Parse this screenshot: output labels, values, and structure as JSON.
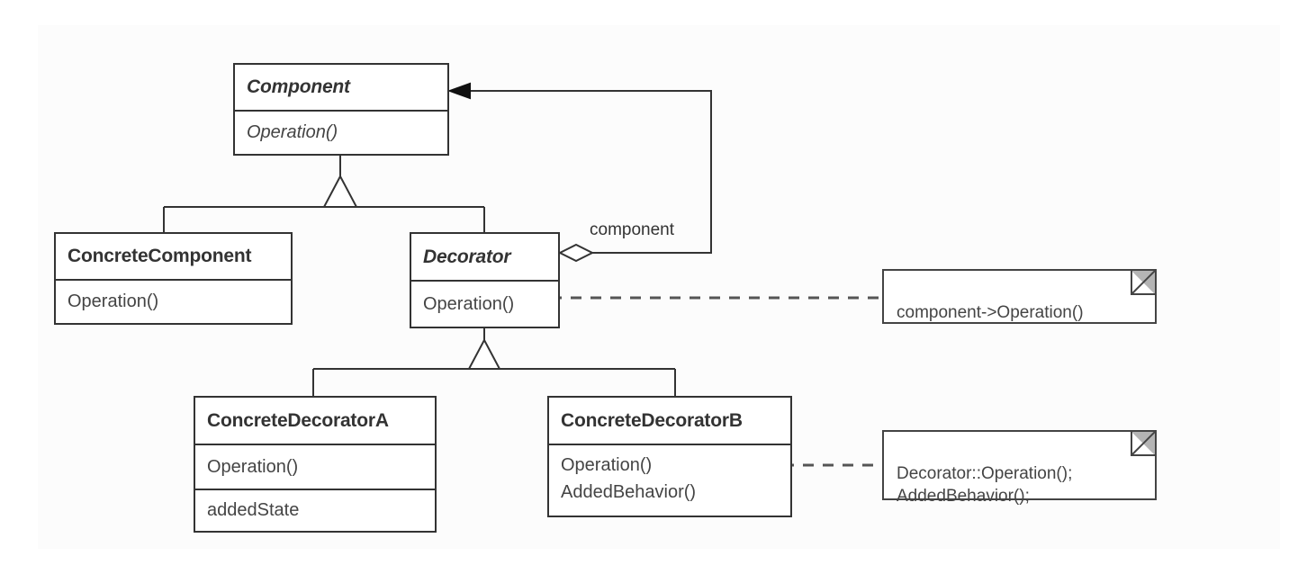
{
  "diagram": {
    "title": "Decorator pattern UML class diagram",
    "background_color": "#ffffff",
    "panel_color": "#fcfcfc",
    "line_color": "#333333",
    "text_color": "#333333",
    "note_fold_color": "#b4b4b4"
  },
  "classes": {
    "component": {
      "name": "Component",
      "abstract": true,
      "operations": [
        "Operation()"
      ]
    },
    "concrete_component": {
      "name": "ConcreteComponent",
      "abstract": false,
      "operations": [
        "Operation()"
      ]
    },
    "decorator": {
      "name": "Decorator",
      "abstract": true,
      "operations": [
        "Operation()"
      ]
    },
    "concrete_decorator_a": {
      "name": "ConcreteDecoratorA",
      "abstract": false,
      "operations": [
        "Operation()"
      ],
      "attributes": [
        "addedState"
      ]
    },
    "concrete_decorator_b": {
      "name": "ConcreteDecoratorB",
      "abstract": false,
      "operations": [
        "Operation()",
        "AddedBehavior()"
      ]
    }
  },
  "relationships": {
    "aggregation_label": "component"
  },
  "notes": {
    "decorator_note": "component->Operation()",
    "decorator_b_note": "Decorator::Operation();\nAddedBehavior();"
  }
}
